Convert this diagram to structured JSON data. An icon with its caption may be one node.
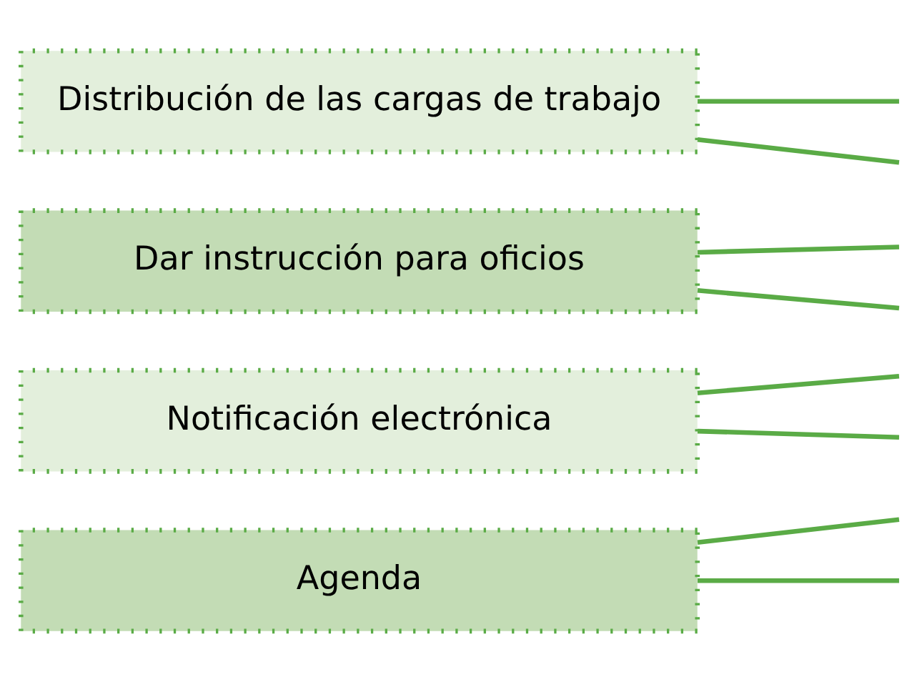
{
  "diagram": {
    "nodes": [
      {
        "text": [
          "Agenda"
        ]
      },
      {
        "text": [
          "Notificación electrónica"
        ]
      },
      {
        "text": [
          "Dar instrucción para oficios"
        ]
      },
      {
        "text": [
          "Distribución de las cargas de trabajo"
        ]
      }
    ],
    "edges": [
      {
        "from": 0,
        "to": null,
        "arrow": "none"
      },
      {
        "from": 0,
        "to": null,
        "arrow": "none"
      },
      {
        "from": 1,
        "to": null,
        "arrow": "none"
      },
      {
        "from": 1,
        "to": null,
        "arrow": "none"
      },
      {
        "from": 2,
        "to": null,
        "arrow": "none"
      },
      {
        "from": 2,
        "to": null,
        "arrow": "none"
      },
      {
        "from": 3,
        "to": null,
        "arrow": "none"
      },
      {
        "from": 3,
        "to": null,
        "arrow": "none"
      }
    ]
  }
}
